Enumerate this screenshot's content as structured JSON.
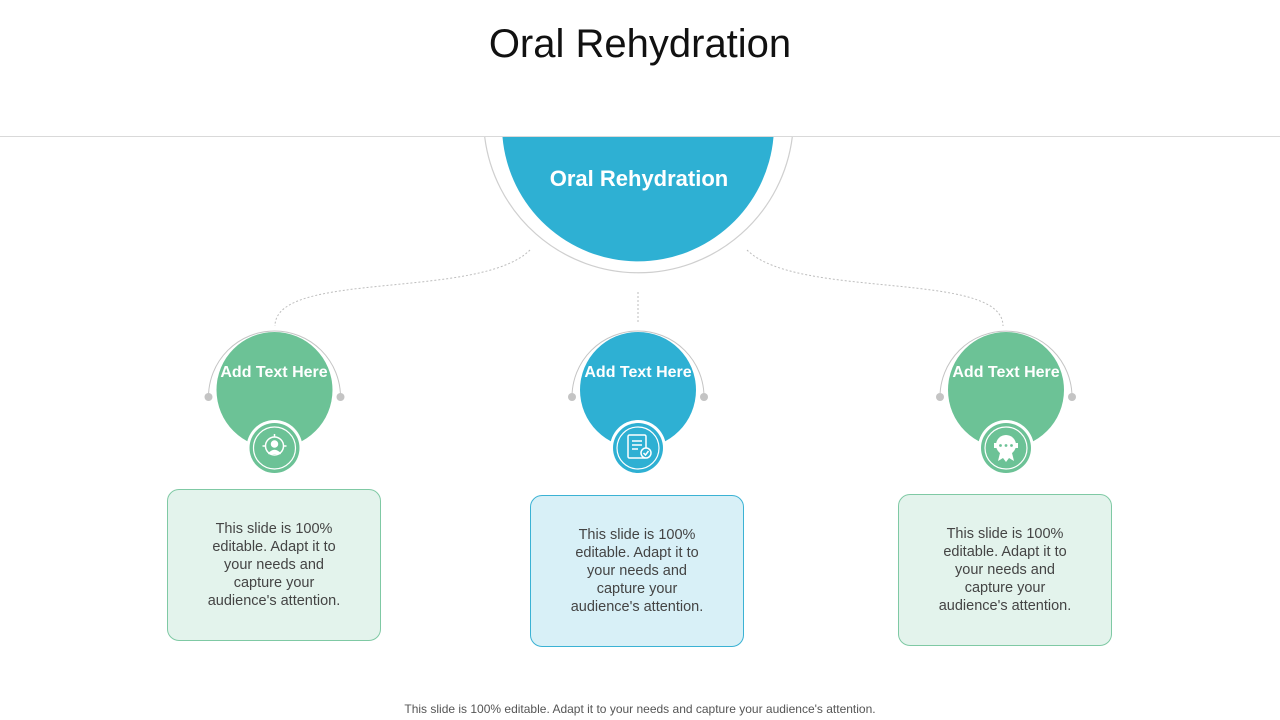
{
  "title": "Oral Rehydration",
  "center": {
    "label": "Oral Rehydration"
  },
  "nodes": [
    {
      "label": "Add Text Here",
      "icon": "target-person-icon",
      "color": "#6cc296",
      "card_text": "This slide is 100% editable. Adapt it to your needs and capture your audience's attention."
    },
    {
      "label": "Add Text Here",
      "icon": "checklist-document-icon",
      "color": "#2eb0d3",
      "card_text": "This slide is 100% editable. Adapt it to your needs and capture your audience's attention."
    },
    {
      "label": "Add Text Here",
      "icon": "award-ribbon-icon",
      "color": "#6cc296",
      "card_text": "This slide is 100% editable. Adapt it to your needs and capture your audience's attention."
    }
  ],
  "colors": {
    "green": "#6cc296",
    "blue": "#2eb0d3",
    "connector": "#b5b5b5"
  },
  "footer": "This slide is 100% editable. Adapt it to your needs and capture your audience's attention."
}
